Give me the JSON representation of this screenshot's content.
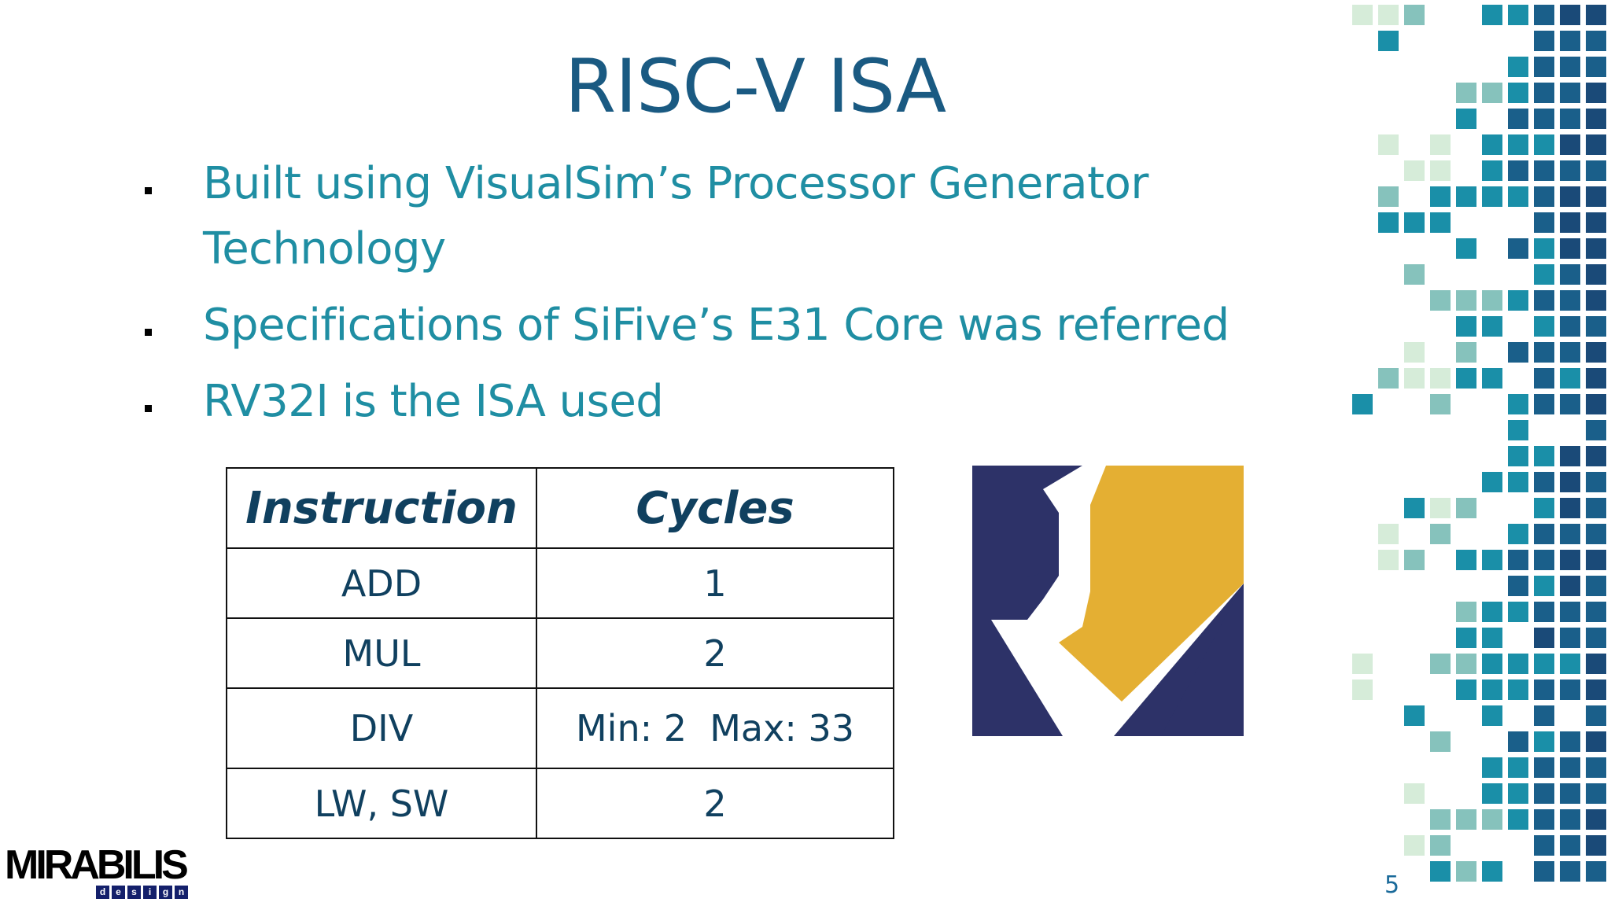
{
  "slide": {
    "title": "RISC-V ISA",
    "bullets": [
      "Built using VisualSim’s Processor Generator Technology",
      "Specifications of SiFive’s E31 Core was referred",
      "RV32I is the ISA used"
    ],
    "table": {
      "headers": [
        "Instruction",
        "Cycles"
      ],
      "rows": [
        [
          "ADD",
          "1"
        ],
        [
          "MUL",
          "2"
        ],
        [
          "DIV",
          "Min: 2  Max: 33"
        ],
        [
          "LW, SW",
          "2"
        ]
      ]
    },
    "page_number": "5"
  },
  "logo": {
    "name": "MIRABILIS",
    "subtitle_letters": [
      "d",
      "e",
      "s",
      "i",
      "g",
      "n"
    ]
  },
  "colors": {
    "title": "#1a5a82",
    "bullet_text": "#1f8ea3",
    "table_text": "#10405f",
    "rv_navy": "#2d3268",
    "rv_gold": "#e4af33",
    "mosaic_light": "#d6ecd9",
    "mosaic_mid": "#86c2bc",
    "mosaic_teal": "#1a8fa8",
    "mosaic_dark": "#1a5f8a",
    "mosaic_navy": "#1a4a78"
  },
  "icons": {
    "riscv_logo": "risc-v-logo",
    "bullet": "square-bullet-icon"
  }
}
